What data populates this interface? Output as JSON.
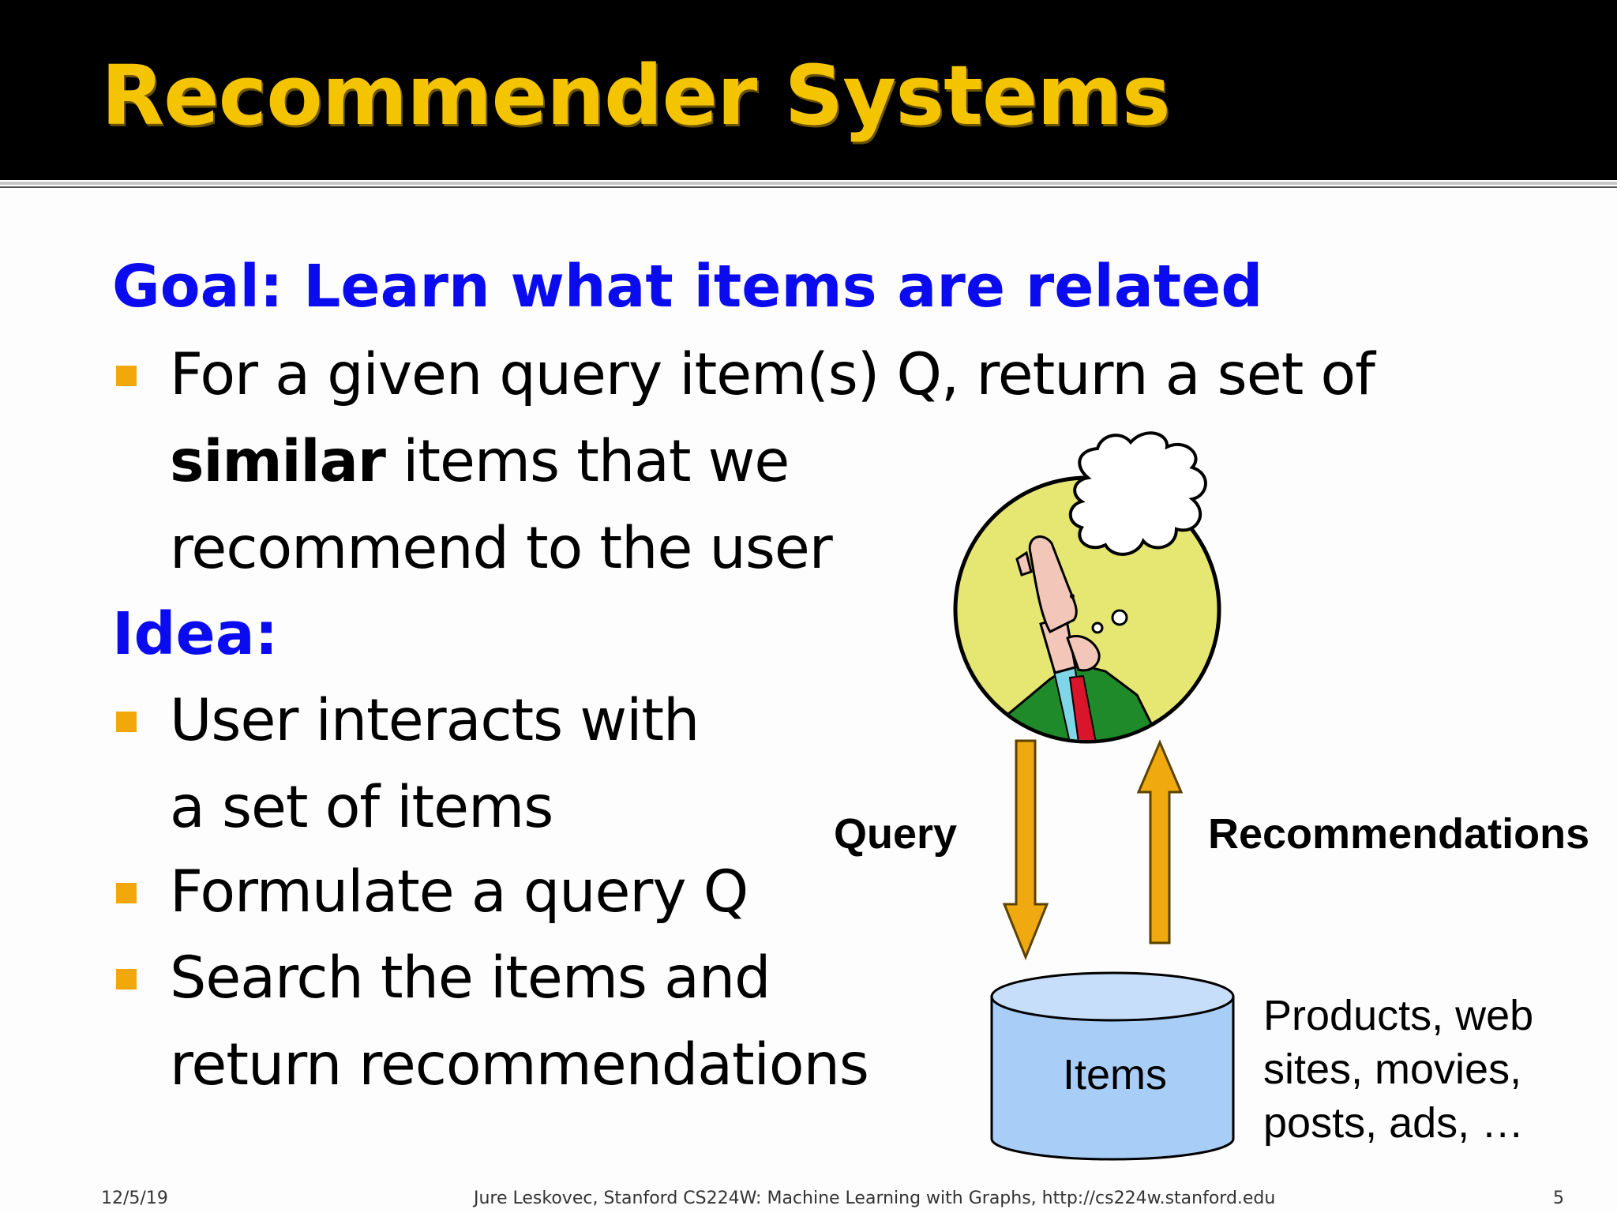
{
  "slide": {
    "title": "Recommender Systems",
    "goal_heading": "Goal: Learn what items are related",
    "goal_bullet": {
      "line1": "For a given query item(s) Q, return a set of",
      "line2_bold": "similar",
      "line2_rest": " items that we",
      "line3": "recommend to the user"
    },
    "idea_heading": "Idea:",
    "idea_bullets": {
      "b1_line1": "User interacts with",
      "b1_line2": "a set of items",
      "b2": "Formulate a query Q",
      "b3_line1": "Search the items and",
      "b3_line2": "return recommendations"
    }
  },
  "diagram": {
    "query_label": "Query",
    "recommendations_label": "Recommendations",
    "items_label": "Items",
    "examples": [
      "Products, web",
      "sites, movies,",
      "posts, ads, …"
    ]
  },
  "footer": {
    "date": "12/5/19",
    "credit": "Jure Leskovec, Stanford CS224W: Machine Learning with Graphs, http://cs224w.stanford.edu",
    "page": "5"
  },
  "colors": {
    "title": "#f5c400",
    "heading": "#0b0bf0",
    "bullet": "#f2a80c",
    "arrow": "#f0a90e",
    "cylinder": "#a8cdf7"
  }
}
